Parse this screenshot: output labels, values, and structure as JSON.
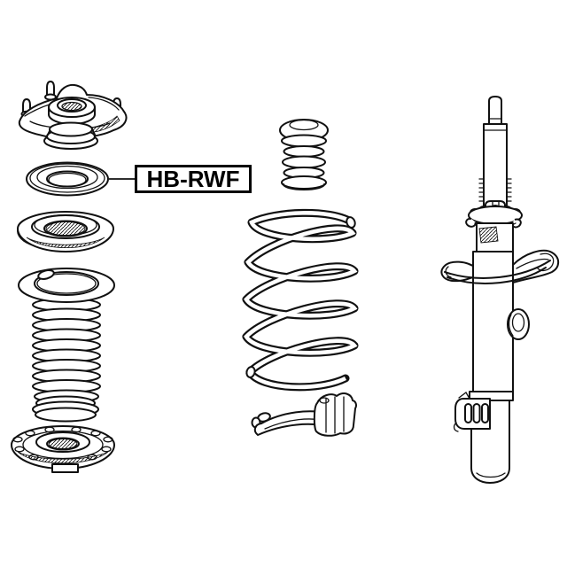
{
  "diagram": {
    "background_color": "#ffffff",
    "line_color": "#111111",
    "callout": {
      "label": "HB-RWF",
      "target_part": "strut-mount-bearing"
    },
    "parts": [
      {
        "name": "strut-mount"
      },
      {
        "name": "strut-mount-bearing"
      },
      {
        "name": "upper-spring-seat"
      },
      {
        "name": "dust-boot"
      },
      {
        "name": "lower-spring-seat"
      },
      {
        "name": "bump-stop"
      },
      {
        "name": "coil-spring"
      },
      {
        "name": "spring-clamp"
      },
      {
        "name": "shock-absorber-strut"
      }
    ]
  }
}
